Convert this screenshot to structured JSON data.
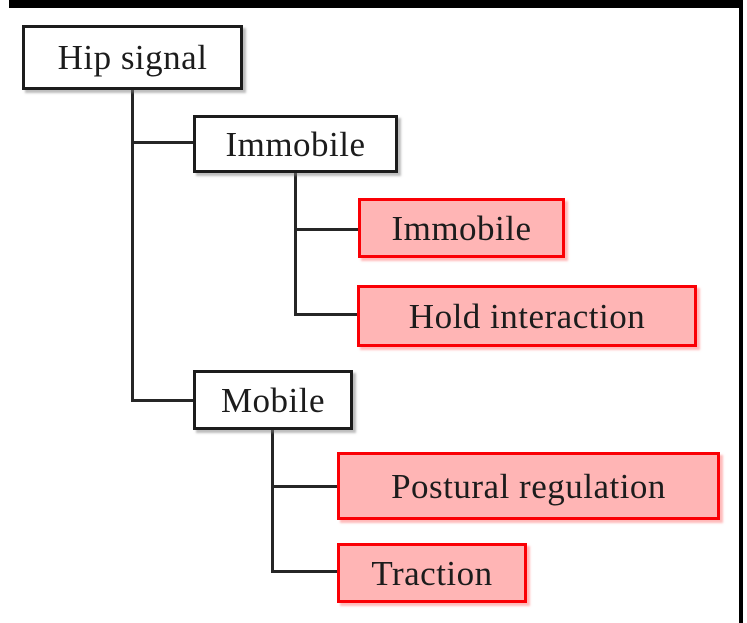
{
  "colors": {
    "white_node_fill": "#ffffff",
    "white_node_border": "#1c1c1c",
    "red_node_fill": "#ffb5b5",
    "red_node_border": "#fa0005",
    "connector": "#262626",
    "frame": "#000000",
    "text": "#1c1c1c"
  },
  "nodes": {
    "root": {
      "label": "Hip signal",
      "style": "white"
    },
    "immobile_parent": {
      "label": "Immobile",
      "style": "white"
    },
    "immobile_child": {
      "label": "Immobile",
      "style": "red"
    },
    "hold_interaction": {
      "label": "Hold interaction",
      "style": "red"
    },
    "mobile": {
      "label": "Mobile",
      "style": "white"
    },
    "postural_regulation": {
      "label": "Postural regulation",
      "style": "red"
    },
    "traction": {
      "label": "Traction",
      "style": "red"
    }
  },
  "hierarchy": {
    "root": "Hip signal",
    "children": [
      {
        "label": "Immobile",
        "children": [
          "Immobile",
          "Hold interaction"
        ]
      },
      {
        "label": "Mobile",
        "children": [
          "Postural regulation",
          "Traction"
        ]
      }
    ]
  }
}
